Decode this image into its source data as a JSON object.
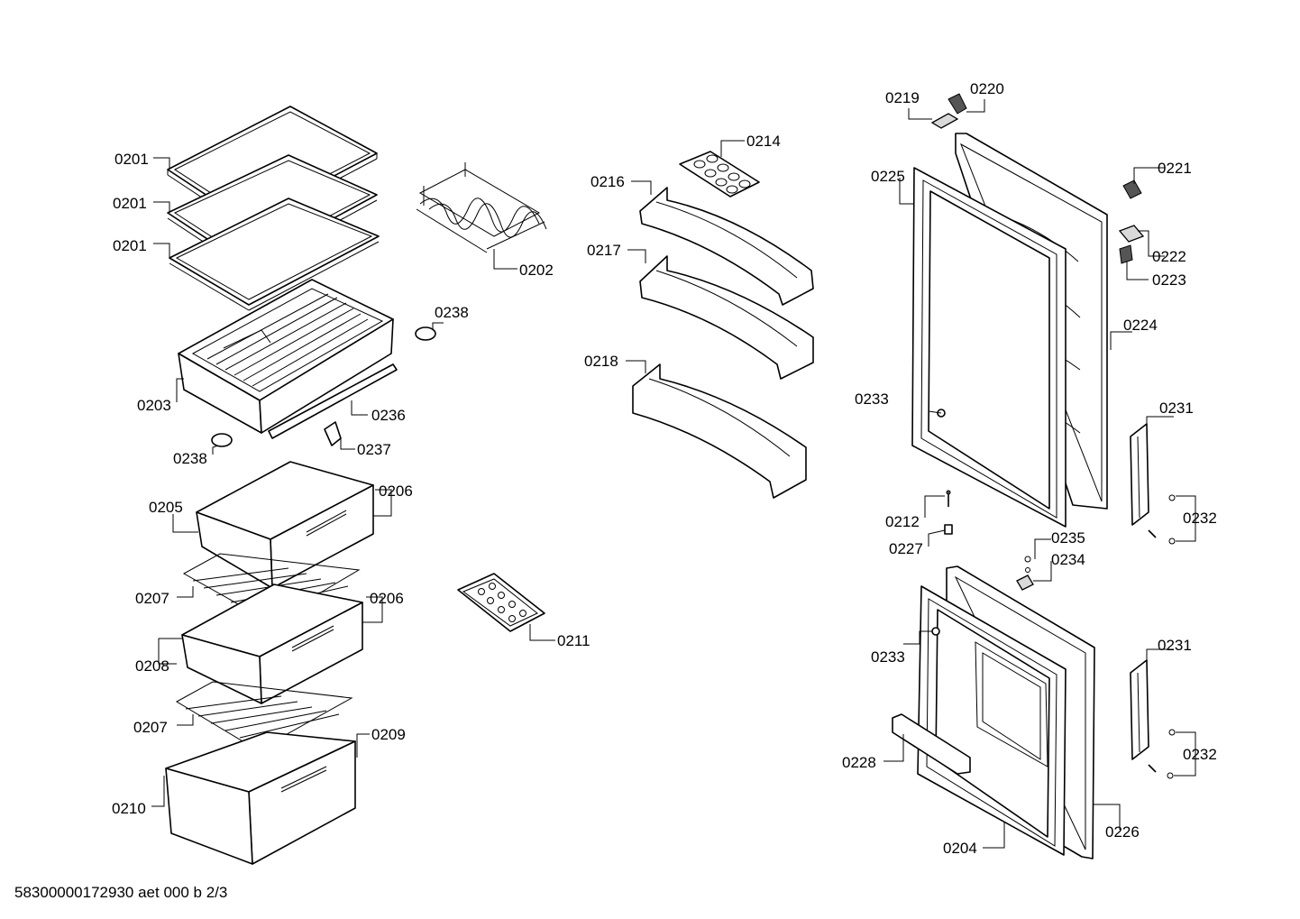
{
  "document_id": "58300000172930 aet 000 b 2/3",
  "parts": {
    "p0201a": "0201",
    "p0201b": "0201",
    "p0201c": "0201",
    "p0202": "0202",
    "p0203": "0203",
    "p0204": "0204",
    "p0205": "0205",
    "p0206a": "0206",
    "p0206b": "0206",
    "p0207a": "0207",
    "p0207b": "0207",
    "p0208": "0208",
    "p0209": "0209",
    "p0210": "0210",
    "p0211": "0211",
    "p0212": "0212",
    "p0214": "0214",
    "p0216": "0216",
    "p0217": "0217",
    "p0218": "0218",
    "p0219": "0219",
    "p0220": "0220",
    "p0221": "0221",
    "p0222": "0222",
    "p0223": "0223",
    "p0224": "0224",
    "p0225": "0225",
    "p0226": "0226",
    "p0227": "0227",
    "p0228": "0228",
    "p0231a": "0231",
    "p0231b": "0231",
    "p0232a": "0232",
    "p0232b": "0232",
    "p0233a": "0233",
    "p0233b": "0233",
    "p0234": "0234",
    "p0235": "0235",
    "p0236": "0236",
    "p0237": "0237",
    "p0238a": "0238",
    "p0238b": "0238"
  }
}
